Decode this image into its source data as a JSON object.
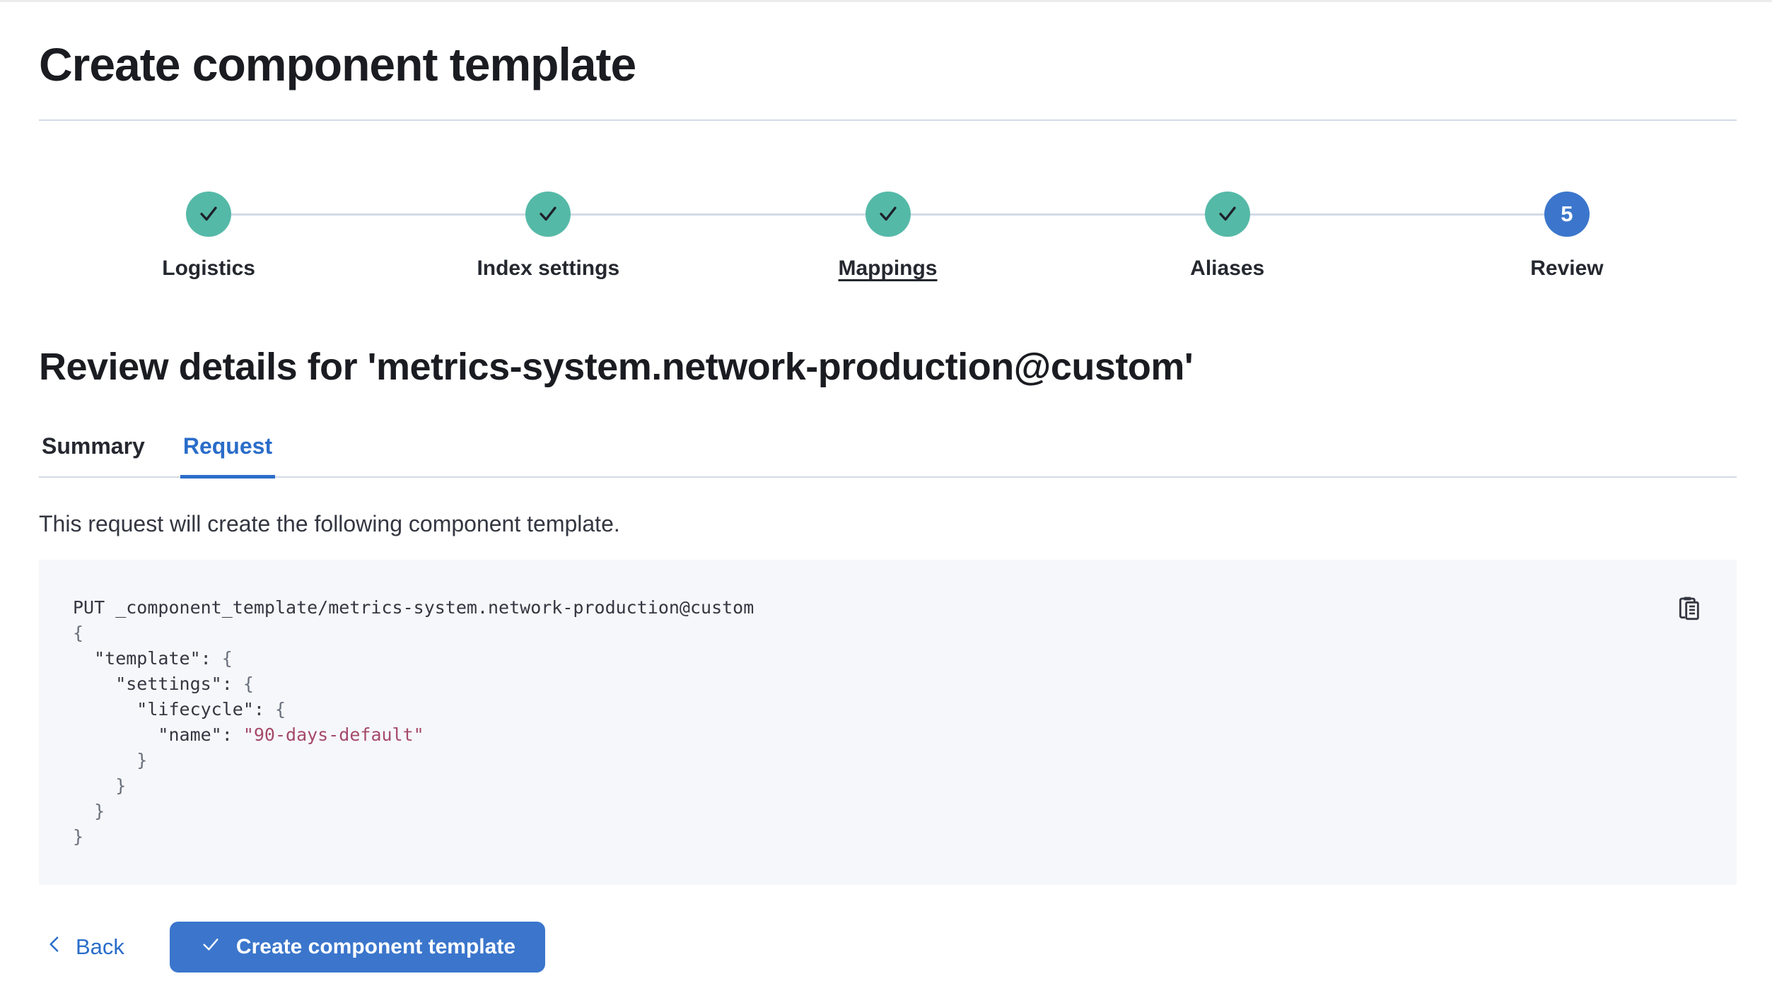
{
  "page": {
    "title": "Create component template"
  },
  "steps": {
    "items": [
      {
        "label": "Logistics",
        "status": "complete"
      },
      {
        "label": "Index settings",
        "status": "complete"
      },
      {
        "label": "Mappings",
        "status": "complete",
        "underlined": true
      },
      {
        "label": "Aliases",
        "status": "complete"
      },
      {
        "label": "Review",
        "status": "current",
        "number": "5"
      }
    ]
  },
  "review": {
    "heading": "Review details for 'metrics-system.network-production@custom'"
  },
  "tabs": {
    "summary_label": "Summary",
    "request_label": "Request",
    "active": "Request"
  },
  "request": {
    "description": "This request will create the following component template."
  },
  "code_block": {
    "copy_icon": "copy-clipboard-icon",
    "lines": [
      [
        {
          "t": "plain",
          "s": "PUT _component_template/metrics-system.network-production@custom"
        }
      ],
      [
        {
          "t": "punc",
          "s": "{"
        }
      ],
      [
        {
          "t": "plain",
          "s": "  \"template\": "
        },
        {
          "t": "punc",
          "s": "{"
        }
      ],
      [
        {
          "t": "plain",
          "s": "    \"settings\": "
        },
        {
          "t": "punc",
          "s": "{"
        }
      ],
      [
        {
          "t": "plain",
          "s": "      \"lifecycle\": "
        },
        {
          "t": "punc",
          "s": "{"
        }
      ],
      [
        {
          "t": "plain",
          "s": "        \"name\": "
        },
        {
          "t": "string",
          "s": "\"90-days-default\""
        }
      ],
      [
        {
          "t": "punc",
          "s": "      }"
        }
      ],
      [
        {
          "t": "punc",
          "s": "    }"
        }
      ],
      [
        {
          "t": "punc",
          "s": "  }"
        }
      ],
      [
        {
          "t": "punc",
          "s": "}"
        }
      ]
    ]
  },
  "footer": {
    "back_label": "Back",
    "submit_label": "Create component template"
  },
  "colors": {
    "primary_fill": "#3b76cc",
    "link_blue": "#2a6dc9",
    "step_complete_teal": "#55b9a8",
    "text": "#343741",
    "divider": "#d3dae6",
    "code_background": "#f6f7fa",
    "code_string": "#a54a69"
  }
}
